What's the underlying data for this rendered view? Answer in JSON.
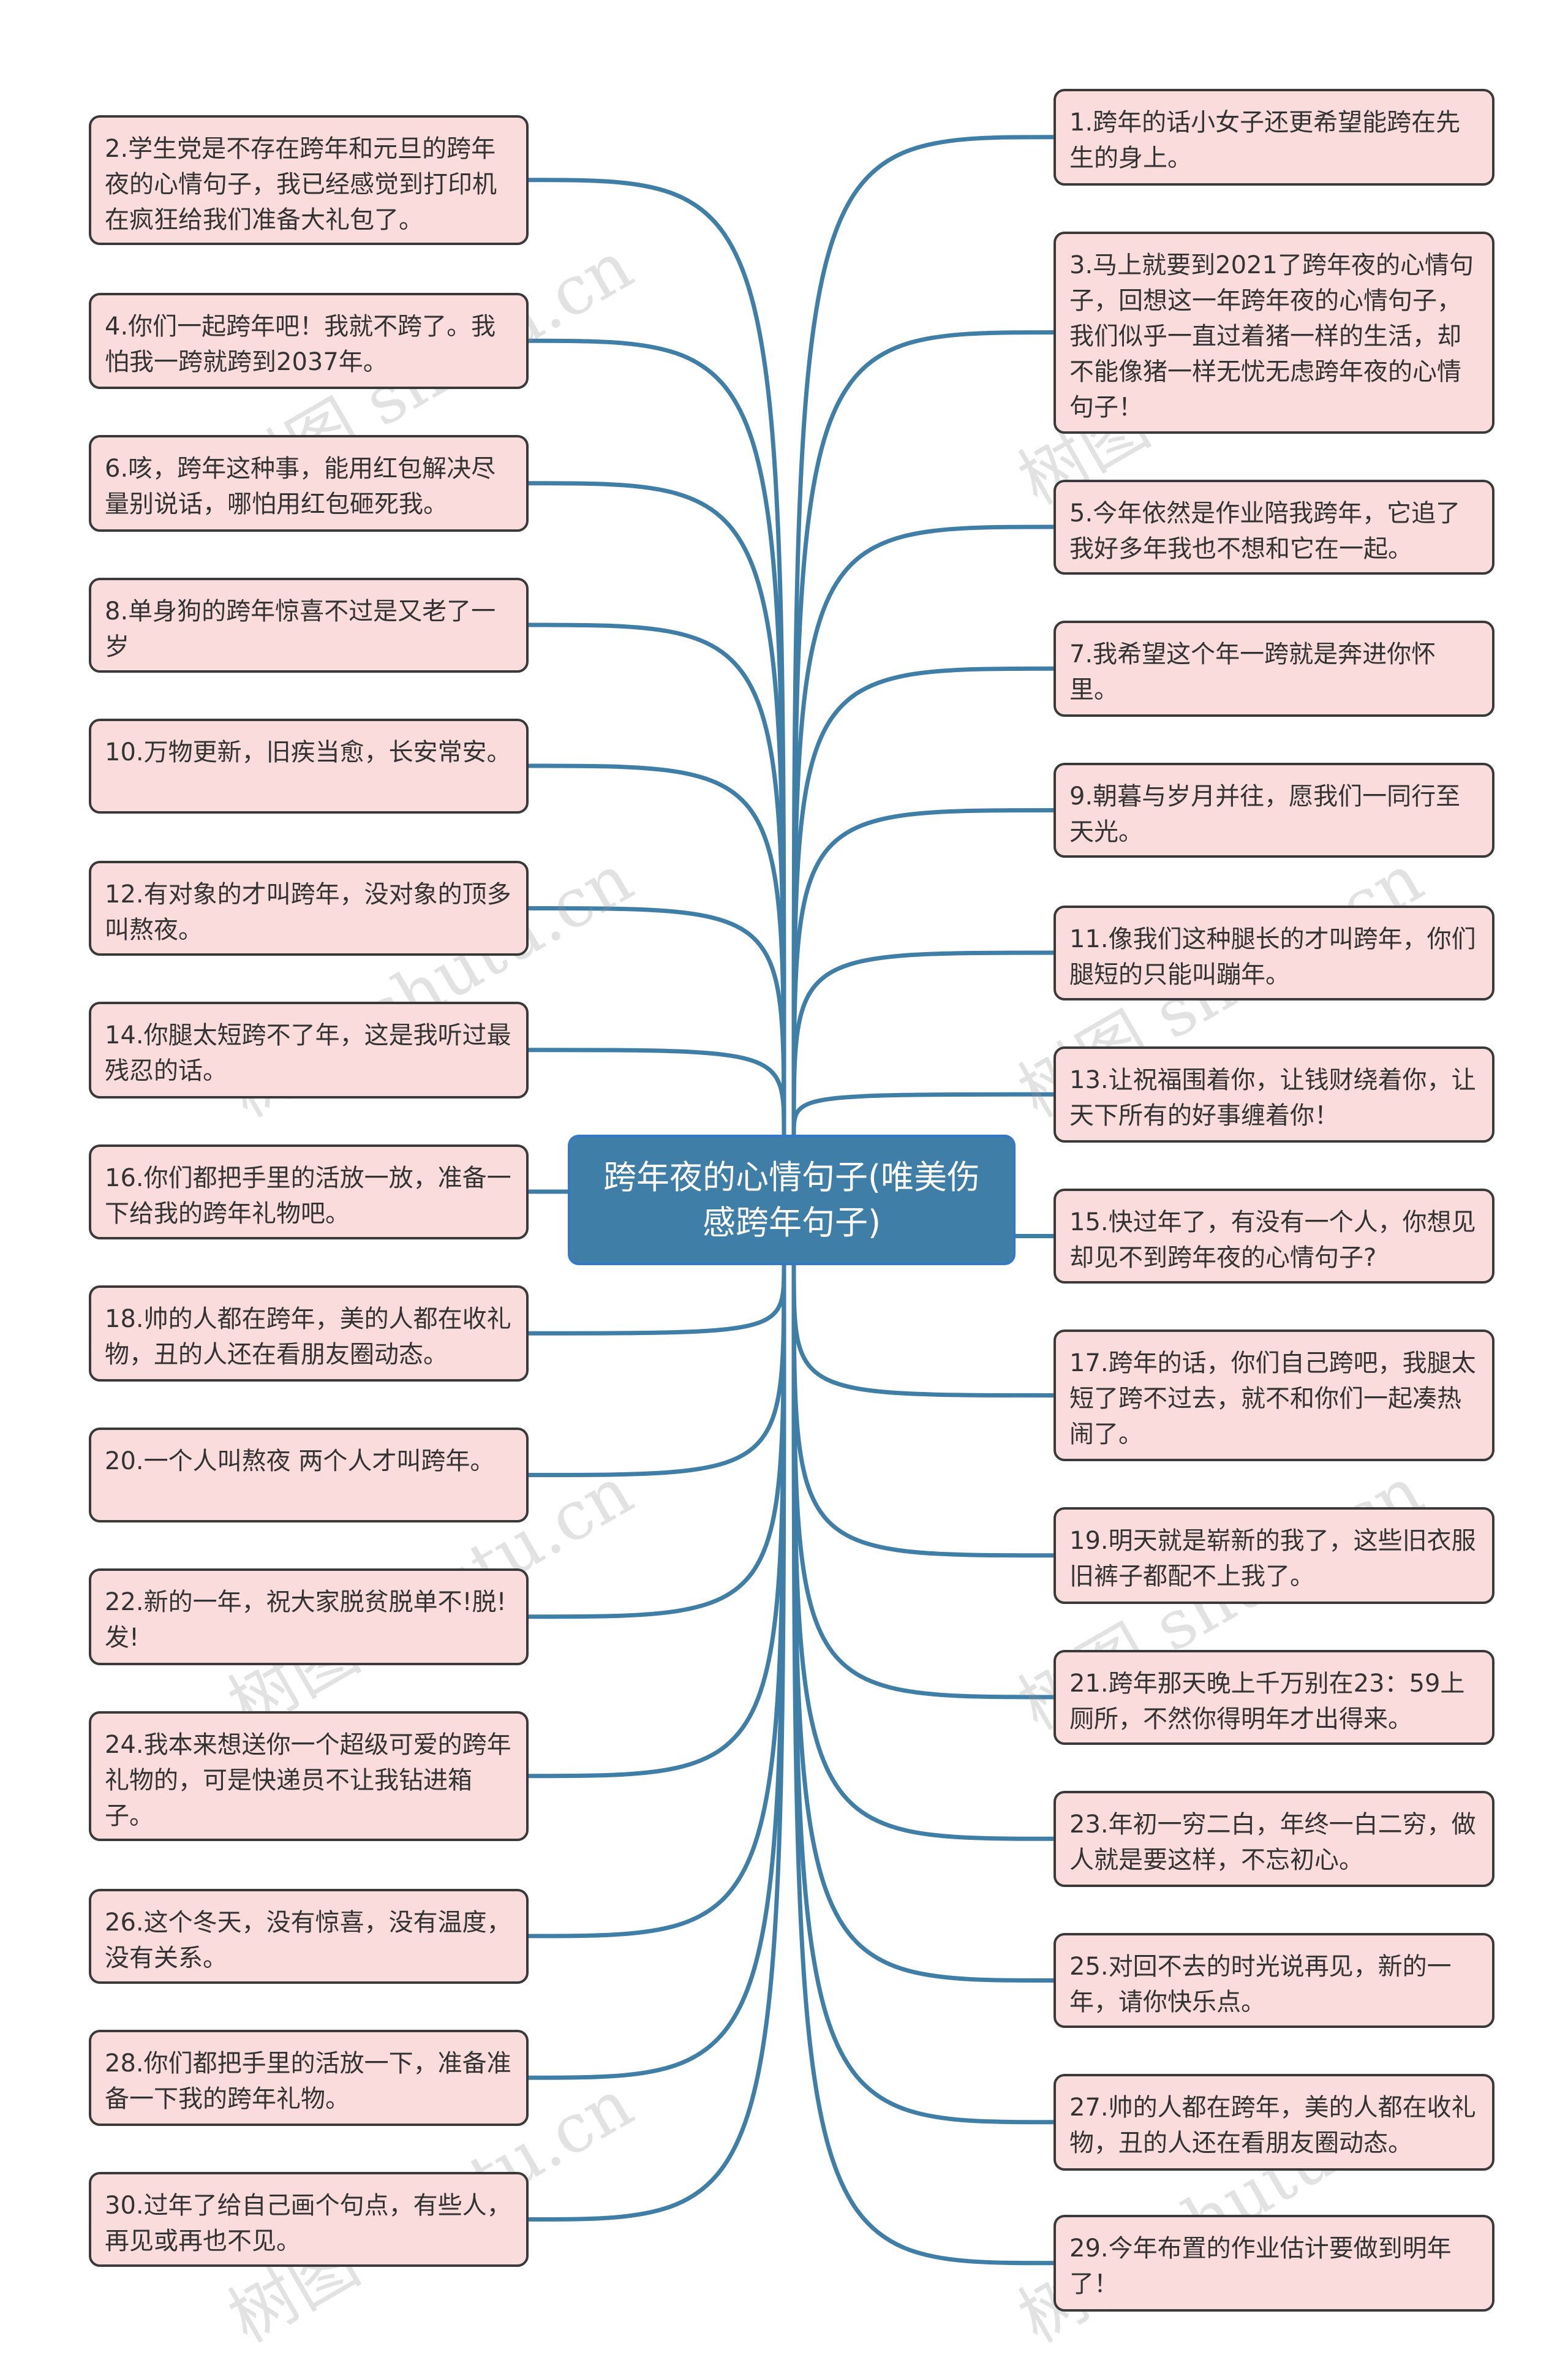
{
  "title": "跨年夜的心情句子(唯美伤感跨年句子)",
  "colors": {
    "edge": "#3f7ea6",
    "node_fill": "#fbdcdc",
    "center_fill": "#3f7ea6"
  },
  "watermark": "树图 shutu.cn",
  "left_nodes": [
    "2.学生党是不存在跨年和元旦的跨年夜的心情句子，我已经感觉到打印机在疯狂给我们准备大礼包了。",
    "4.你们一起跨年吧！我就不跨了。我怕我一跨就跨到2037年。",
    "6.咳，跨年这种事，能用红包解决尽量别说话，哪怕用红包砸死我。",
    "8.单身狗的跨年惊喜不过是又老了一岁",
    "10.万物更新，旧疾当愈，长安常安。",
    "12.有对象的才叫跨年，没对象的顶多叫熬夜。",
    "14.你腿太短跨不了年，这是我听过最残忍的话。",
    "16.你们都把手里的活放一放，准备一下给我的跨年礼物吧。",
    "18.帅的人都在跨年，美的人都在收礼物，丑的人还在看朋友圈动态。",
    "20.一个人叫熬夜 两个人才叫跨年。",
    "22.新的一年，祝大家脱贫脱单不!脱!发!",
    "24.我本来想送你一个超级可爱的跨年礼物的，可是快递员不让我钻进箱子。",
    "26.这个冬天，没有惊喜，没有温度，没有关系。",
    "28.你们都把手里的活放一下，准备准备一下我的跨年礼物。",
    "30.过年了给自己画个句点，有些人，再见或再也不见。"
  ],
  "right_nodes": [
    "1.跨年的话小女子还更希望能跨在先生的身上。",
    "3.马上就要到2021了跨年夜的心情句子，回想这一年跨年夜的心情句子，我们似乎一直过着猪一样的生活，却不能像猪一样无忧无虑跨年夜的心情句子！",
    "5.今年依然是作业陪我跨年，它追了我好多年我也不想和它在一起。",
    "7.我希望这个年一跨就是奔进你怀里。",
    "9.朝暮与岁月并往，愿我们一同行至天光。",
    "11.像我们这种腿长的才叫跨年，你们腿短的只能叫蹦年。",
    "13.让祝福围着你，让钱财绕着你，让天下所有的好事缠着你！",
    "15.快过年了，有没有一个人，你想见却见不到跨年夜的心情句子?",
    "17.跨年的话，你们自己跨吧，我腿太短了跨不过去，就不和你们一起凑热闹了。",
    "19.明天就是崭新的我了，这些旧衣服旧裤子都配不上我了。",
    "21.跨年那天晚上千万别在23：59上厕所，不然你得明年才出得来。",
    "23.年初一穷二白，年终一白二穷，做人就是要这样，不忘初心。",
    "25.对回不去的时光说再见，新的一年，请你快乐点。",
    "27.帅的人都在跨年，美的人都在收礼物，丑的人还在看朋友圈动态。",
    "29.今年布置的作业估计要做到明年了！"
  ]
}
